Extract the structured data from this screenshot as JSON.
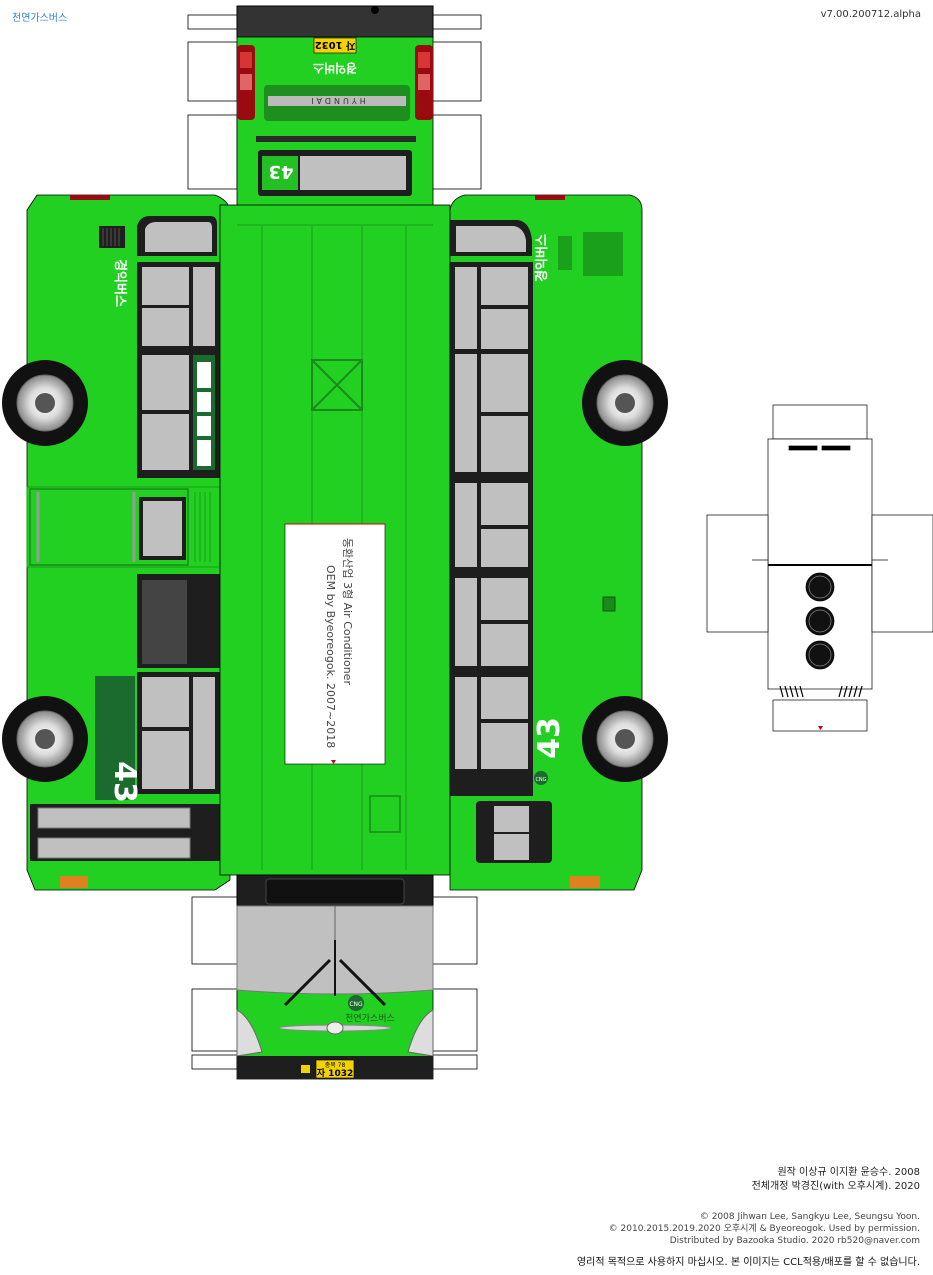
{
  "header": {
    "title": "천연가스버스",
    "version": "v7.00.200712.alpha"
  },
  "bus": {
    "route_number": "43",
    "company_name": "경익버스",
    "fuel_label_front": "천연가스버스",
    "cng_badge": "CNG",
    "plate_top": "충북 78",
    "plate_bottom": "자 1032",
    "rear_plate": "자 1032",
    "brand": "HYUNDAI",
    "colors": {
      "body": "#22d022",
      "body_dark": "#17a317",
      "glass": "#c0c0c0",
      "frame": "#1e1e1e",
      "plate": "#f2d200"
    }
  },
  "roof": {
    "ac_label_line1": "동환산업 3형 Air Conditioner",
    "ac_label_line2": "OEM by Byeoreogok. 2007~2018"
  },
  "credits": {
    "original_label": "원작",
    "original_names": "이상규 이지환 윤승수. 2008",
    "revision_label": "전체개정",
    "revision_names": "박경진(with 오후시계). 2020",
    "copyright_1": "© 2008 Jihwan Lee, Sangkyu Lee, Seungsu Yoon.",
    "copyright_2": "© 2010.2015.2019.2020 오후시계 & Byeoreogok. Used by permission.",
    "distributed": "Distributed by Bazooka Studio. 2020  rb520@naver.com",
    "notice": "영리적 목적으로 사용하지 마십시오.   본 이미지는 CCL적용/배포를 할 수 없습니다."
  }
}
